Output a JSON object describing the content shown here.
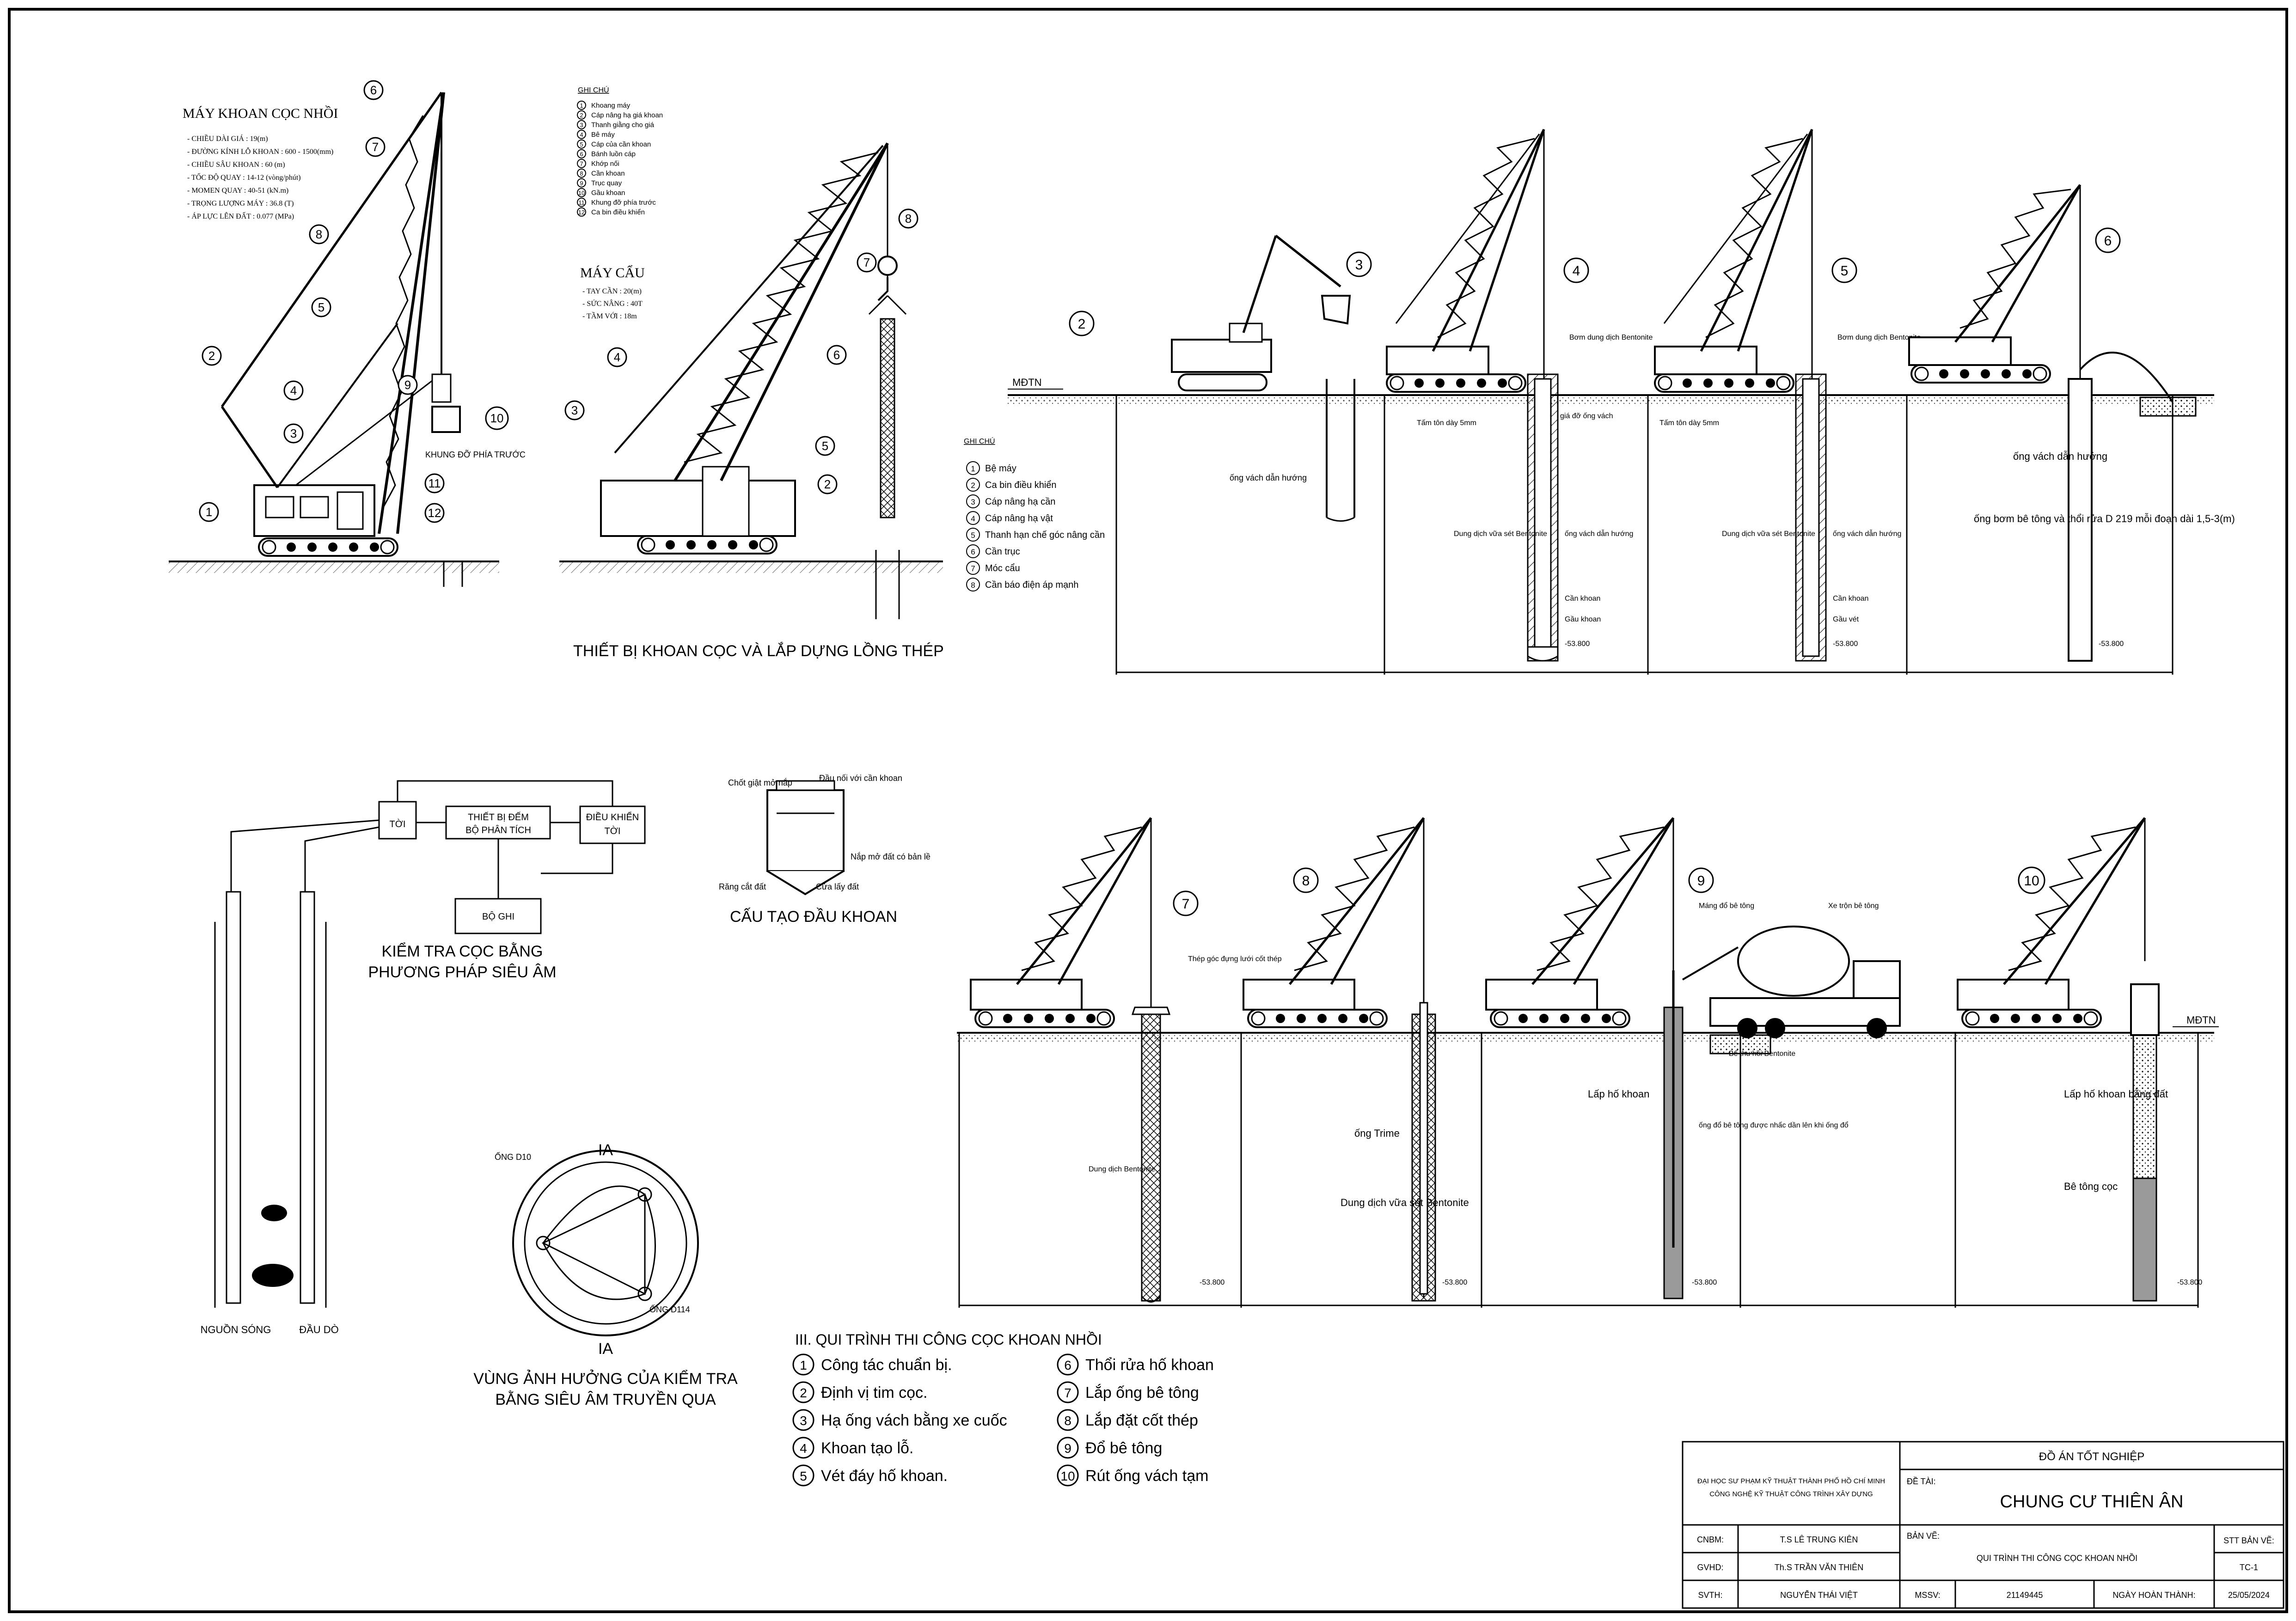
{
  "colors": {
    "line": "#000000",
    "background": "#ffffff",
    "fill_concrete": "#9a9a9a",
    "fill_ground": "#dddddd"
  },
  "top_left": {
    "drill_machine": {
      "title": "MÁY KHOAN CỌC NHỒI",
      "specs": [
        "- CHIỀU DÀI GIÁ : 19(m)",
        "- ĐƯỜNG KÍNH LỖ KHOAN : 600 - 1500(mm)",
        "- CHIỀU SÂU KHOAN : 60 (m)",
        "- TỐC ĐỘ QUAY : 14-12 (vòng/phút)",
        "- MOMEN QUAY : 40-51 (kN.m)",
        "- TRỌNG LƯỢNG MÁY : 36.8 (T)",
        "- ÁP LỰC LÊN ĐẤT : 0.077 (MPa)"
      ],
      "front_support_label": "KHUNG ĐỠ PHÍA TRƯỚC"
    },
    "drill_legend": {
      "heading": "GHI CHÚ",
      "items": [
        {
          "n": "1",
          "label": "Khoang máy"
        },
        {
          "n": "2",
          "label": "Cáp nâng hạ giá khoan"
        },
        {
          "n": "3",
          "label": "Thanh giằng cho giá"
        },
        {
          "n": "4",
          "label": "Bê máy"
        },
        {
          "n": "5",
          "label": "Cáp của cần khoan"
        },
        {
          "n": "6",
          "label": "Bánh luồn cáp"
        },
        {
          "n": "7",
          "label": "Khớp nối"
        },
        {
          "n": "8",
          "label": "Cần khoan"
        },
        {
          "n": "9",
          "label": "Trục quay"
        },
        {
          "n": "10",
          "label": "Gầu khoan"
        },
        {
          "n": "11",
          "label": "Khung đỡ phía trước"
        },
        {
          "n": "12",
          "label": "Ca bin điều khiển"
        }
      ]
    },
    "crane": {
      "title": "MÁY CẨU",
      "specs": [
        "- TAY CẦN : 20(m)",
        "- SỨC NÂNG : 40T",
        "- TẦM VỚI : 18m"
      ]
    },
    "crane_legend": {
      "heading": "GHI CHÚ",
      "items": [
        {
          "n": "1",
          "label": "Bệ máy"
        },
        {
          "n": "2",
          "label": "Ca bin điều khiển"
        },
        {
          "n": "3",
          "label": "Cáp nâng hạ cần"
        },
        {
          "n": "4",
          "label": "Cáp nâng hạ vật"
        },
        {
          "n": "5",
          "label": "Thanh hạn chế góc nâng cần"
        },
        {
          "n": "6",
          "label": "Cần trục"
        },
        {
          "n": "7",
          "label": "Móc cẩu"
        },
        {
          "n": "8",
          "label": "Cần báo điện áp mạnh"
        }
      ]
    },
    "caption": "THIẾT BỊ KHOAN CỌC VÀ LẮP DỰNG LỒNG THÉP"
  },
  "process_top": {
    "ground_label": "MĐTN",
    "steps": [
      {
        "n": "2",
        "labels": [
          "ống vách dẫn hướng"
        ]
      },
      {
        "n": "3",
        "labels": []
      },
      {
        "n": "4",
        "labels": [
          "Bơm dung dịch Bentonite",
          "Tấm tôn dày 5mm",
          "giá đỡ ống vách",
          "Dung dịch vữa sét Bentonite",
          "ống vách dẫn hướng",
          "Cần khoan",
          "Gầu khoan",
          "-53.800"
        ]
      },
      {
        "n": "5",
        "labels": [
          "Bơm dung dịch Bentonite",
          "Tấm tôn dày 5mm",
          "Dung dịch vữa sét Bentonite",
          "ống vách dẫn hướng",
          "Cần khoan",
          "Gầu vét",
          "-53.800"
        ]
      },
      {
        "n": "6",
        "labels": [
          "ống vách dẫn hướng",
          "ống bơm bê tông và thổi rửa D 219 mỗi đoạn dài 1,5-3(m)",
          "-53.800"
        ]
      }
    ]
  },
  "ultrasonic": {
    "labels": {
      "winch": "TỜI",
      "counter": "THIẾT BỊ ĐẾM",
      "analyzer": "BỘ PHÂN TÍCH",
      "controller1": "ĐIỀU KHIỂN",
      "controller2": "TỜI",
      "recorder": "BỘ GHI",
      "source": "NGUỒN SÓNG",
      "probe": "ĐẦU DÒ"
    },
    "caption1": "KIỂM TRA CỌC BẰNG",
    "caption2": "PHƯƠNG PHÁP SIÊU ÂM"
  },
  "bucket": {
    "labels": [
      "Chốt giật mở nắp",
      "Đầu nối với cần khoan",
      "Nắp mở đất có bản lề",
      "Răng cắt đất",
      "Cửa lấy đất"
    ],
    "caption": "CẤU TẠO ĐẦU KHOAN"
  },
  "section": {
    "cut_label": "IA",
    "labels": [
      "ỐNG D10",
      "ỐNG D114"
    ],
    "caption1": "VÙNG ẢNH HƯỞNG CỦA KIỂM TRA",
    "caption2": "BẰNG SIÊU ÂM TRUYỀN QUA"
  },
  "process_bottom": {
    "ground_label": "MĐTN",
    "steps": [
      {
        "n": "7",
        "labels": [
          "Thép góc đựng lưới cốt thép",
          "Dung dịch Bentonite",
          "-53.800"
        ]
      },
      {
        "n": "8",
        "labels": [
          "ống Trime",
          "Dung dịch vữa sét Bentonite",
          "-53.800"
        ]
      },
      {
        "n": "9",
        "labels": [
          "Máng đổ bê tông",
          "Xe trộn bê tông",
          "Bể thu hồi Bentonite",
          "Lấp hố khoan",
          "ống đổ bê tông được nhấc dần lên khi ống đổ",
          "-53.800"
        ]
      },
      {
        "n": "10",
        "labels": [
          "Lấp hố khoan bằng đất",
          "Bê tông cọc",
          "-53.800"
        ]
      }
    ]
  },
  "procedure": {
    "title": "III. QUI TRÌNH THI CÔNG CỌC KHOAN NHỒI",
    "items": [
      {
        "n": "1",
        "label": "Công tác chuẩn bị."
      },
      {
        "n": "2",
        "label": "Định vị tim cọc."
      },
      {
        "n": "3",
        "label": "Hạ ống vách bằng xe cuốc"
      },
      {
        "n": "4",
        "label": "Khoan tạo lỗ."
      },
      {
        "n": "5",
        "label": "Vét đáy hố khoan."
      },
      {
        "n": "6",
        "label": "Thổi rửa hố khoan"
      },
      {
        "n": "7",
        "label": "Lắp ống bê tông"
      },
      {
        "n": "8",
        "label": "Lắp đặt cốt thép"
      },
      {
        "n": "9",
        "label": "Đổ bê tông"
      },
      {
        "n": "10",
        "label": "Rút ống vách tạm"
      }
    ]
  },
  "title_block": {
    "school1": "ĐẠI HỌC SƯ PHẠM KỸ THUẬT THÀNH PHỐ HỒ CHÍ MINH",
    "school2": "CÔNG NGHỆ KỸ THUẬT CÔNG TRÌNH XÂY DỰNG",
    "project_heading": "ĐỒ ÁN TỐT NGHIỆP",
    "topic_label": "ĐỀ TÀI:",
    "topic": "CHUNG CƯ THIÊN ÂN",
    "drawing_label": "BẢN VẼ:",
    "drawing": "QUI TRÌNH THI CÔNG CỌC KHOAN NHỒI",
    "sheet_no_label": "STT BẢN VẼ:",
    "sheet_no": "TC-1",
    "rows": [
      {
        "role": "CNBM:",
        "name": "T.S LÊ TRUNG KIÊN"
      },
      {
        "role": "GVHD:",
        "name": "Th.S TRẦN VĂN THIÊN"
      },
      {
        "role": "SVTH:",
        "name": "NGUYỄN THÁI VIỆT"
      }
    ],
    "mssv_label": "MSSV:",
    "mssv": "21149445",
    "date_label": "NGÀY HOÀN THÀNH:",
    "date": "25/05/2024"
  }
}
